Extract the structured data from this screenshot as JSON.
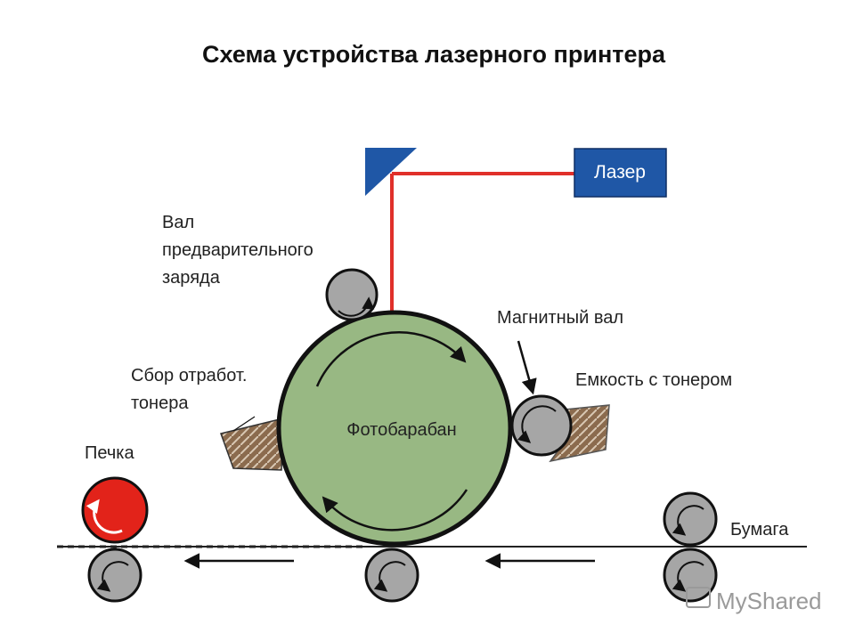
{
  "title": "Схема устройства лазерного принтера",
  "labels": {
    "laser": "Лазер",
    "precharge_line1": "Вал",
    "precharge_line2": "предварительного",
    "precharge_line3": "заряда",
    "magnetic_roller": "Магнитный вал",
    "toner_container": "Емкость с тонером",
    "waste_line1": "Сбор отработ.",
    "waste_line2": "тонера",
    "drum": "Фотобарабан",
    "fuser": "Печка",
    "paper": "Бумага"
  },
  "watermark": "MyShared",
  "colors": {
    "drum_fill": "#98b883",
    "roller_fill": "#a6a6a6",
    "fuser_fill": "#e2231a",
    "laser_box": "#1f57a6",
    "laser_beam": "#e0302a",
    "mirror": "#1f57a6",
    "toner": "#8b6b4e"
  }
}
